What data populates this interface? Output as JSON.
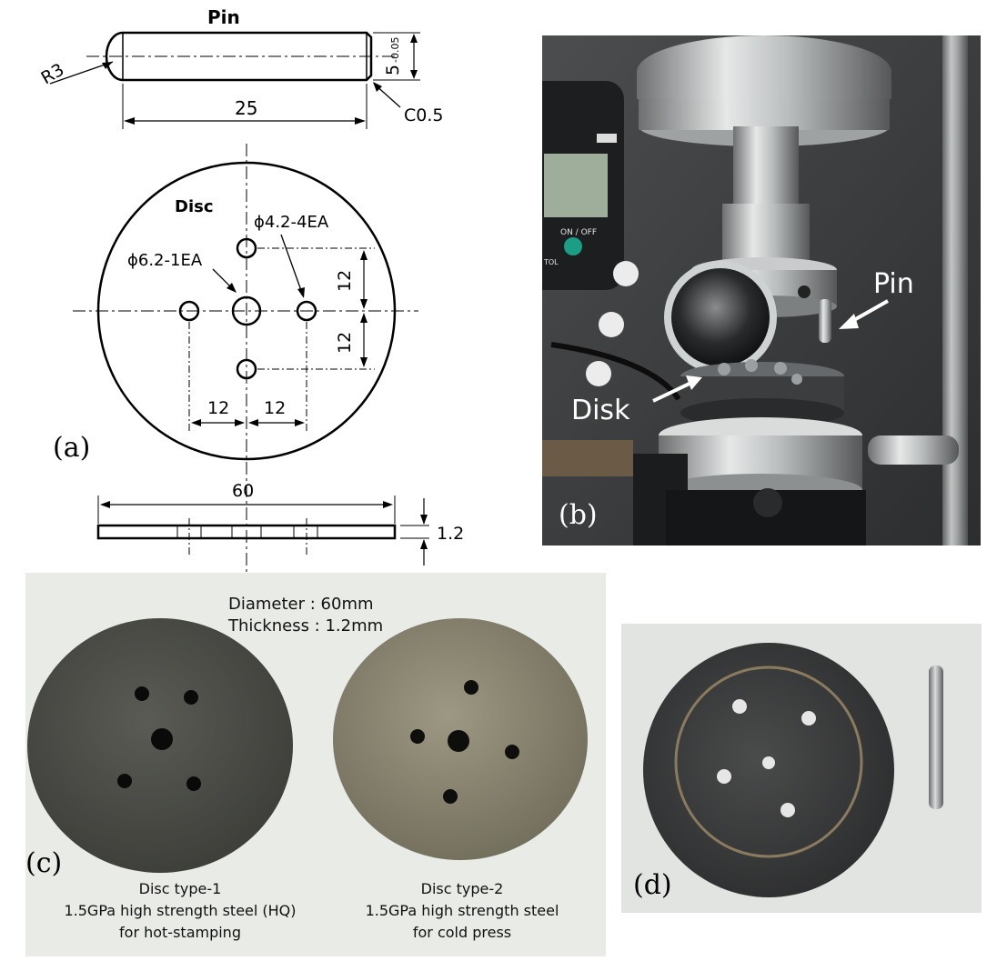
{
  "panel_a": {
    "label": "(a)",
    "pin": {
      "title": "Pin",
      "radius_label": "R3",
      "diameter_label": "5",
      "tolerance_label": "-0.05",
      "length_label": "25",
      "chamfer_label": "C0.5"
    },
    "disc": {
      "title": "Disc",
      "small_holes_label": "ϕ4.2-4EA",
      "center_hole_label": "ϕ6.2-1EA",
      "dim_v1": "12",
      "dim_v2": "12",
      "dim_h1": "12",
      "dim_h2": "12",
      "width_label": "60",
      "thickness_label": "1.2"
    }
  },
  "panel_b": {
    "label": "(b)",
    "pin_label": "Pin",
    "disk_label": "Disk",
    "gauge_button_label": "ON / OFF",
    "gauge_side_label": "TOL"
  },
  "panel_c": {
    "label": "(c)",
    "diameter_text": "Diameter : 60mm",
    "thickness_text": "Thickness : 1.2mm",
    "disc1": {
      "title": "Disc type-1",
      "line1": "1.5GPa high strength steel (HQ)",
      "line2": "for hot-stamping"
    },
    "disc2": {
      "title": "Disc type-2",
      "line1": "1.5GPa high strength steel",
      "line2": "for cold press"
    }
  },
  "panel_d": {
    "label": "(d)"
  }
}
